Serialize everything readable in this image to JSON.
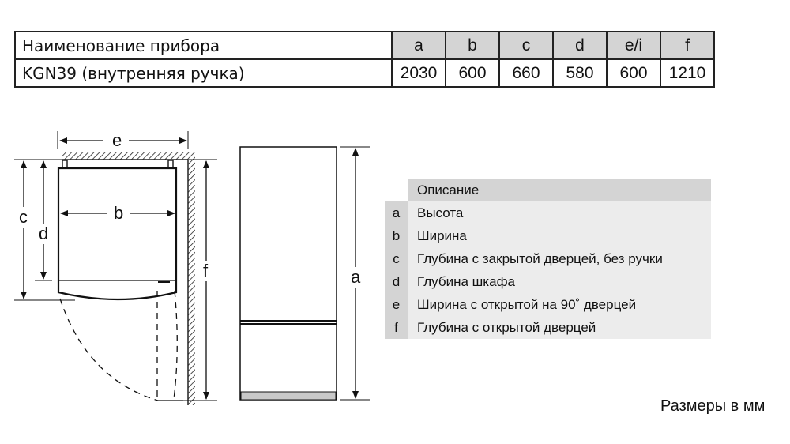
{
  "dimensions_table": {
    "header": {
      "name": "Наименование прибора",
      "columns": [
        "a",
        "b",
        "c",
        "d",
        "e/i",
        "f"
      ]
    },
    "rows": [
      {
        "name": "KGN39 (внутренняя ручка)",
        "values": [
          "2030",
          "600",
          "660",
          "580",
          "600",
          "1210"
        ]
      }
    ]
  },
  "diagram": {
    "top_view_labels": {
      "e": "e",
      "b": "b",
      "c": "c",
      "d": "d",
      "f": "f"
    },
    "front_view_labels": {
      "a": "a"
    }
  },
  "description_table": {
    "header": "Описание",
    "rows": [
      {
        "letter": "a",
        "text": "Высота"
      },
      {
        "letter": "b",
        "text": "Ширина"
      },
      {
        "letter": "c",
        "text": "Глубина с закрытой дверцей, без ручки"
      },
      {
        "letter": "d",
        "text": "Глубина шкафа"
      },
      {
        "letter": "e",
        "text": "Ширина с открытой на 90˚ дверцей"
      },
      {
        "letter": "f",
        "text": "Глубина с открытой дверцей"
      }
    ]
  },
  "units_note": "Размеры в мм",
  "colors": {
    "header_fill": "#d4d4d4",
    "row_fill": "#ececec",
    "line": "#222222"
  }
}
